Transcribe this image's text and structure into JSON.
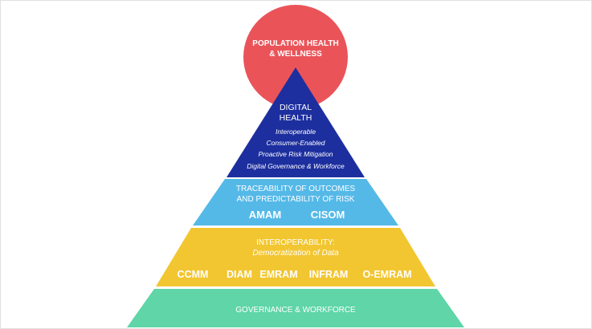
{
  "colors": {
    "circle": "#ea5459",
    "digital_health": "#1d2f9e",
    "traceability": "#55b9e8",
    "interoperability": "#f2c631",
    "governance": "#5fd5a8"
  },
  "circle": {
    "line1": "POPULATION HEALTH",
    "line2": "& WELLNESS"
  },
  "digital_health": {
    "title_line1": "DIGITAL",
    "title_line2": "HEALTH",
    "items": [
      "Interoperable",
      "Consumer-Enabled",
      "Proactive Risk Mitigation",
      "Digital Governance & Workforce"
    ]
  },
  "traceability": {
    "line1": "TRACEABILITY OF OUTCOMES",
    "line2": "AND PREDICTABILITY OF RISK",
    "models": [
      "AMAM",
      "CISOM"
    ]
  },
  "interoperability": {
    "title": "INTEROPERABILITY:",
    "subtitle": "Democratization of Data",
    "models": [
      "CCMM",
      "DIAM",
      "EMRAM",
      "INFRAM",
      "O-EMRAM"
    ]
  },
  "governance": {
    "label": "GOVERNANCE & WORKFORCE"
  }
}
